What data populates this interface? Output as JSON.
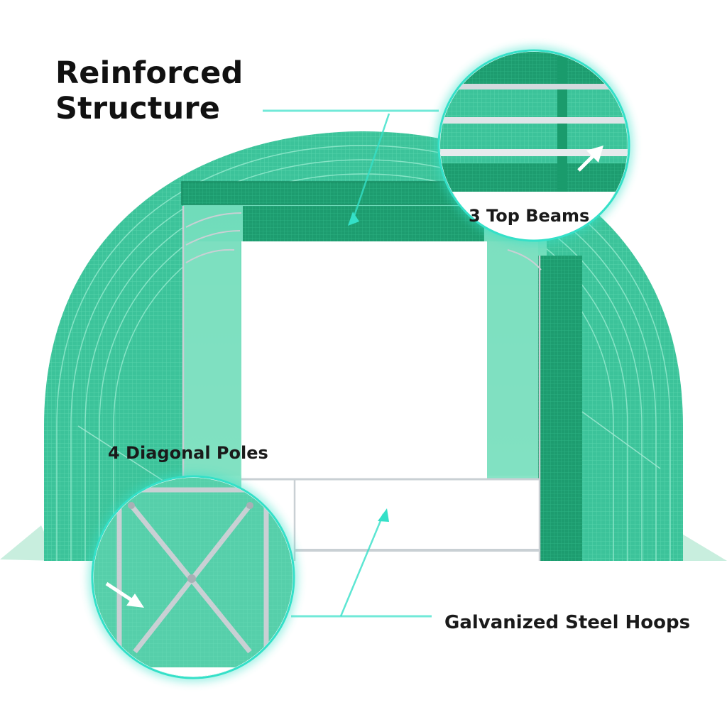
{
  "headline": {
    "line1": "Reinforced",
    "line2": "Structure"
  },
  "callouts": {
    "top_beams": "3 Top Beams",
    "diagonal_poles": "4 Diagonal Poles",
    "steel_hoops": "Galvanized Steel Hoops"
  },
  "colors": {
    "cover_green": "#3dc39a",
    "cover_dark": "#1f9a6f",
    "accent_teal": "#34e0c8",
    "steel": "#c9d0d4",
    "text": "#111111"
  }
}
